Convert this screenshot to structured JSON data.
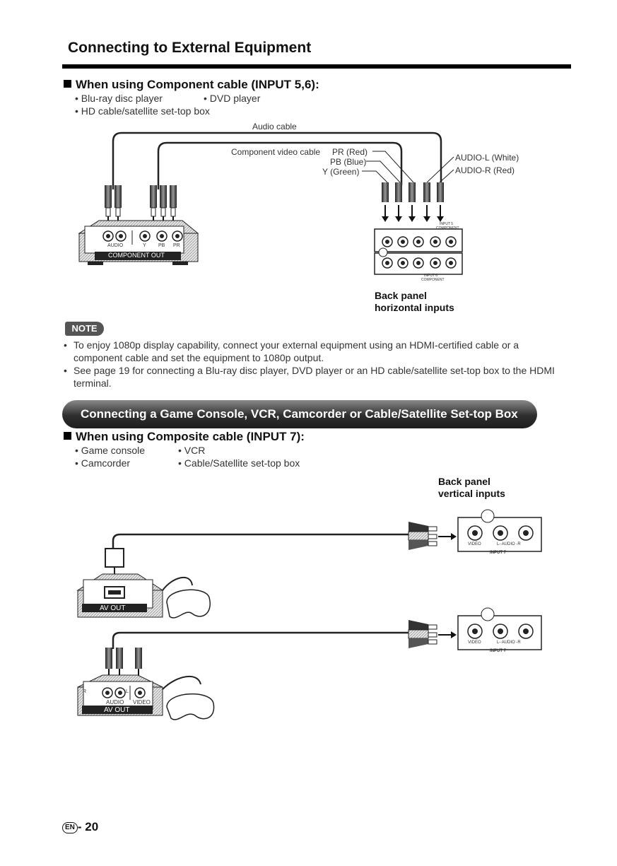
{
  "page": {
    "title": "Connecting to External Equipment",
    "page_number": "20",
    "lang_badge": "EN",
    "page_prefix": "- "
  },
  "component_section": {
    "heading": "When using Component cable (INPUT 5,6):",
    "bullets": [
      "Blu-ray disc player",
      "DVD player",
      "HD cable/satellite set-top box"
    ],
    "labels": {
      "audio_cable": "Audio cable",
      "component_video_cable": "Component video cable",
      "pr_red": "PR (Red)",
      "pb_blue": "PB (Blue)",
      "y_green": "Y (Green)",
      "audio_l_white": "AUDIO-L (White)",
      "audio_r_red": "AUDIO-R (Red)",
      "audio": "AUDIO",
      "y": "Y",
      "pb": "PB",
      "pr": "PR",
      "component_out": "COMPONENT OUT",
      "input5": "INPUT 5",
      "input6": "INPUT 6",
      "component": "COMPONENT",
      "back_panel": "Back panel",
      "horizontal_inputs": "horizontal inputs"
    }
  },
  "note": {
    "badge": "NOTE",
    "items": [
      "To enjoy 1080p display capability, connect your external equipment using an HDMI-certified cable or a component cable and set the equipment to 1080p output.",
      "See page 19 for connecting a Blu-ray disc player, DVD player or an HD cable/satellite set-top box to the HDMI terminal."
    ]
  },
  "banner": "Connecting a Game Console, VCR, Camcorder or Cable/Satellite Set-top Box",
  "composite_section": {
    "heading": "When using Composite cable (INPUT 7):",
    "bullets": [
      "Game console",
      "VCR",
      "Camcorder",
      "Cable/Satellite set-top box"
    ],
    "labels": {
      "back_panel": "Back panel",
      "vertical_inputs": "vertical inputs",
      "av_out": "AV OUT",
      "audio": "AUDIO",
      "video": "VIDEO",
      "r": "R",
      "l": "L",
      "input7": "INPUT 7",
      "panel_video": "VIDEO",
      "panel_audio": "L- AUDIO -R"
    }
  }
}
